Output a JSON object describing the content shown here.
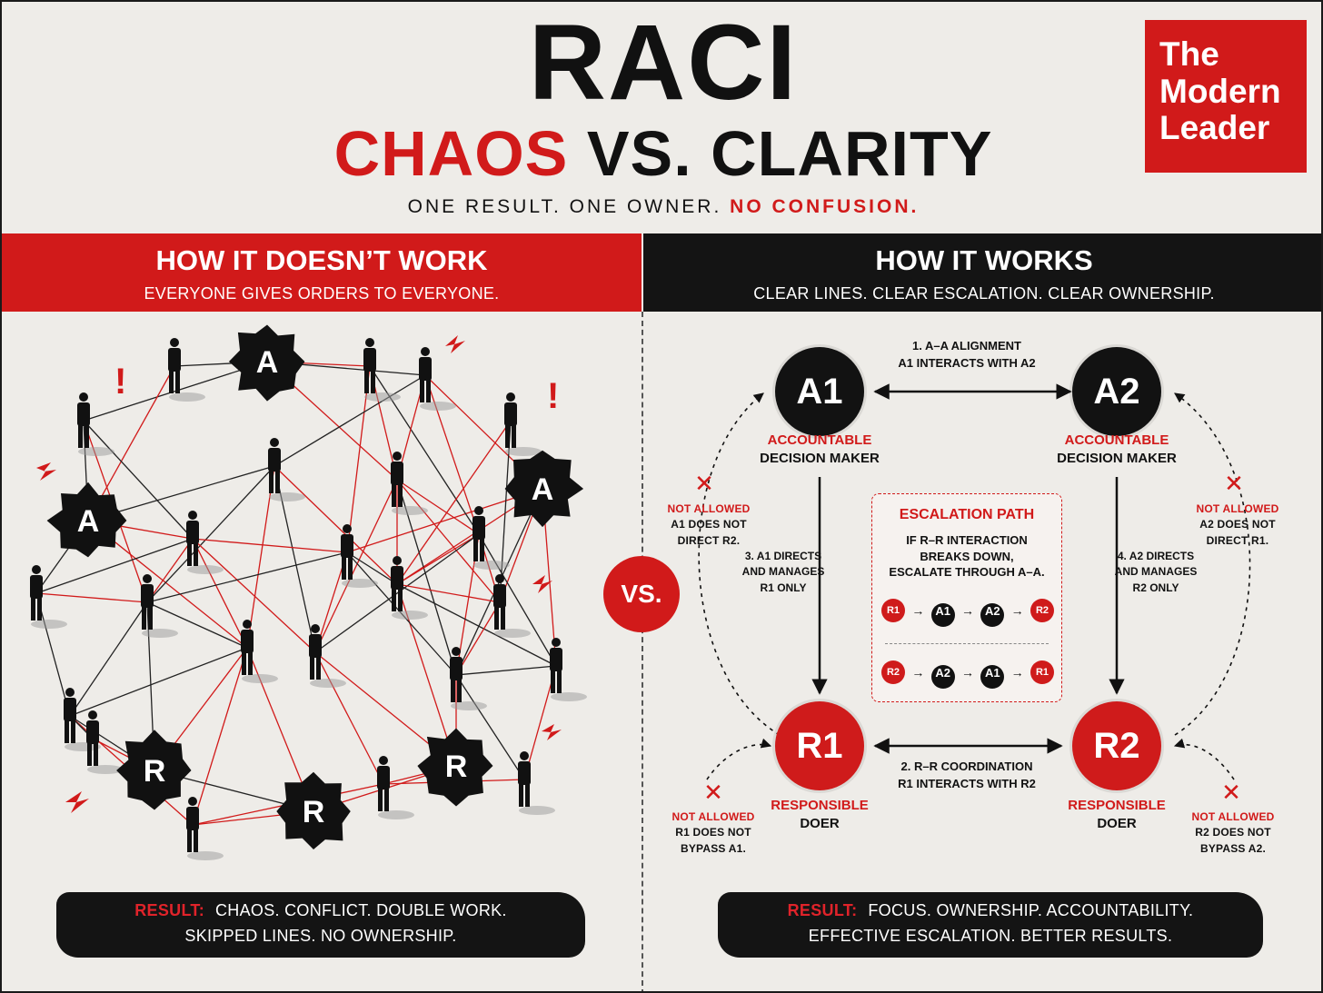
{
  "header": {
    "title": "RACI",
    "subtitle_red": "CHAOS",
    "subtitle_rest": "VS. CLARITY",
    "tagline_main": "ONE RESULT. ONE OWNER.",
    "tagline_red": "NO CONFUSION."
  },
  "logo": {
    "line1": "The",
    "line2": "Modern",
    "line3": "Leader"
  },
  "left_panel": {
    "heading": "HOW IT DOESN’T WORK",
    "subheading": "EVERYONE GIVES ORDERS TO EVERYONE.",
    "a_label": "A",
    "r_label": "R",
    "exclaim": "!",
    "result_label": "RESULT:",
    "result_line1": "CHAOS. CONFLICT. DOUBLE WORK.",
    "result_line2": "SKIPPED LINES. NO OWNERSHIP."
  },
  "vs_label": "VS.",
  "right_panel": {
    "heading": "HOW IT WORKS",
    "subheading": "CLEAR LINES. CLEAR ESCALATION. CLEAR OWNERSHIP.",
    "nodes": {
      "a1": {
        "label": "A1",
        "role": "ACCOUNTABLE",
        "desc": "DECISION MAKER"
      },
      "a2": {
        "label": "A2",
        "role": "ACCOUNTABLE",
        "desc": "DECISION MAKER"
      },
      "r1": {
        "label": "R1",
        "role": "RESPONSIBLE",
        "desc": "DOER"
      },
      "r2": {
        "label": "R2",
        "role": "RESPONSIBLE",
        "desc": "DOER"
      }
    },
    "aa": {
      "line1": "1. A–A ALIGNMENT",
      "line2": "A1 INTERACTS WITH A2"
    },
    "rr": {
      "line1": "2. R–R COORDINATION",
      "line2": "R1 INTERACTS WITH R2"
    },
    "a1_directs": {
      "line1": "3. A1 DIRECTS",
      "line2": "AND MANAGES",
      "line3": "R1 ONLY"
    },
    "a2_directs": {
      "line1": "4. A2 DIRECTS",
      "line2": "AND MANAGES",
      "line3": "R2 ONLY"
    },
    "not_allowed": {
      "label": "NOT ALLOWED",
      "x": "✕",
      "tl": {
        "line1": "A1 DOES NOT",
        "line2": "DIRECT R2."
      },
      "tr": {
        "line1": "A2 DOES NOT",
        "line2": "DIRECT R1."
      },
      "bl": {
        "line1": "R1 DOES NOT",
        "line2": "BYPASS A1."
      },
      "br": {
        "line1": "R2 DOES NOT",
        "line2": "BYPASS A2."
      }
    },
    "escalation": {
      "title": "ESCALATION PATH",
      "line1": "IF R–R INTERACTION",
      "line2": "BREAKS DOWN,",
      "line3": "ESCALATE THROUGH A–A.",
      "chain1": [
        "R1",
        "A1",
        "A2",
        "R2"
      ],
      "chain2": [
        "R2",
        "A2",
        "A1",
        "R1"
      ],
      "arrow": "→"
    },
    "result_label": "RESULT:",
    "result_line1": "FOCUS. OWNERSHIP. ACCOUNTABILITY.",
    "result_line2": "EFFECTIVE ESCALATION. BETTER RESULTS."
  },
  "colors": {
    "red": "#d11a1a",
    "black": "#141414",
    "paper": "#eeece8"
  }
}
